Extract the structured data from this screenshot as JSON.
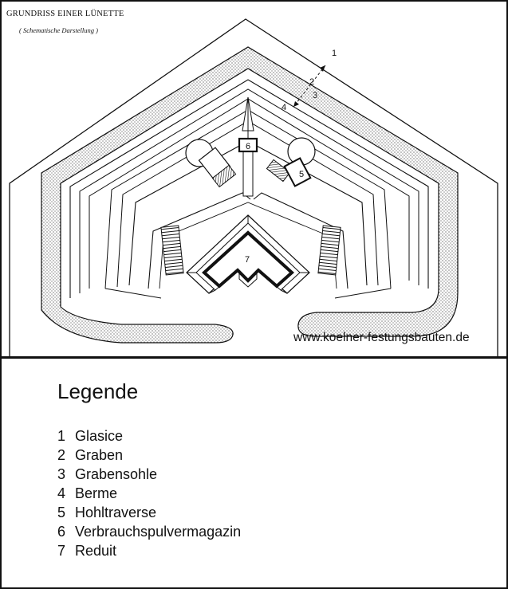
{
  "plan": {
    "title": "GRUNDRISS EINER LÜNETTE",
    "subtitle": "( Schematische Darstellung )",
    "website": "www.koelner-festungsbauten.de",
    "callouts": [
      "1",
      "2",
      "3",
      "4",
      "5",
      "6",
      "7"
    ]
  },
  "legend": {
    "heading": "Legende",
    "items": [
      {
        "num": "1",
        "label": "Glasice"
      },
      {
        "num": "2",
        "label": "Graben"
      },
      {
        "num": "3",
        "label": "Grabensohle"
      },
      {
        "num": "4",
        "label": "Berme"
      },
      {
        "num": "5",
        "label": "Hohltraverse"
      },
      {
        "num": "6",
        "label": "Verbrauchspulvermagazin"
      },
      {
        "num": "7",
        "label": "Reduit"
      }
    ]
  }
}
